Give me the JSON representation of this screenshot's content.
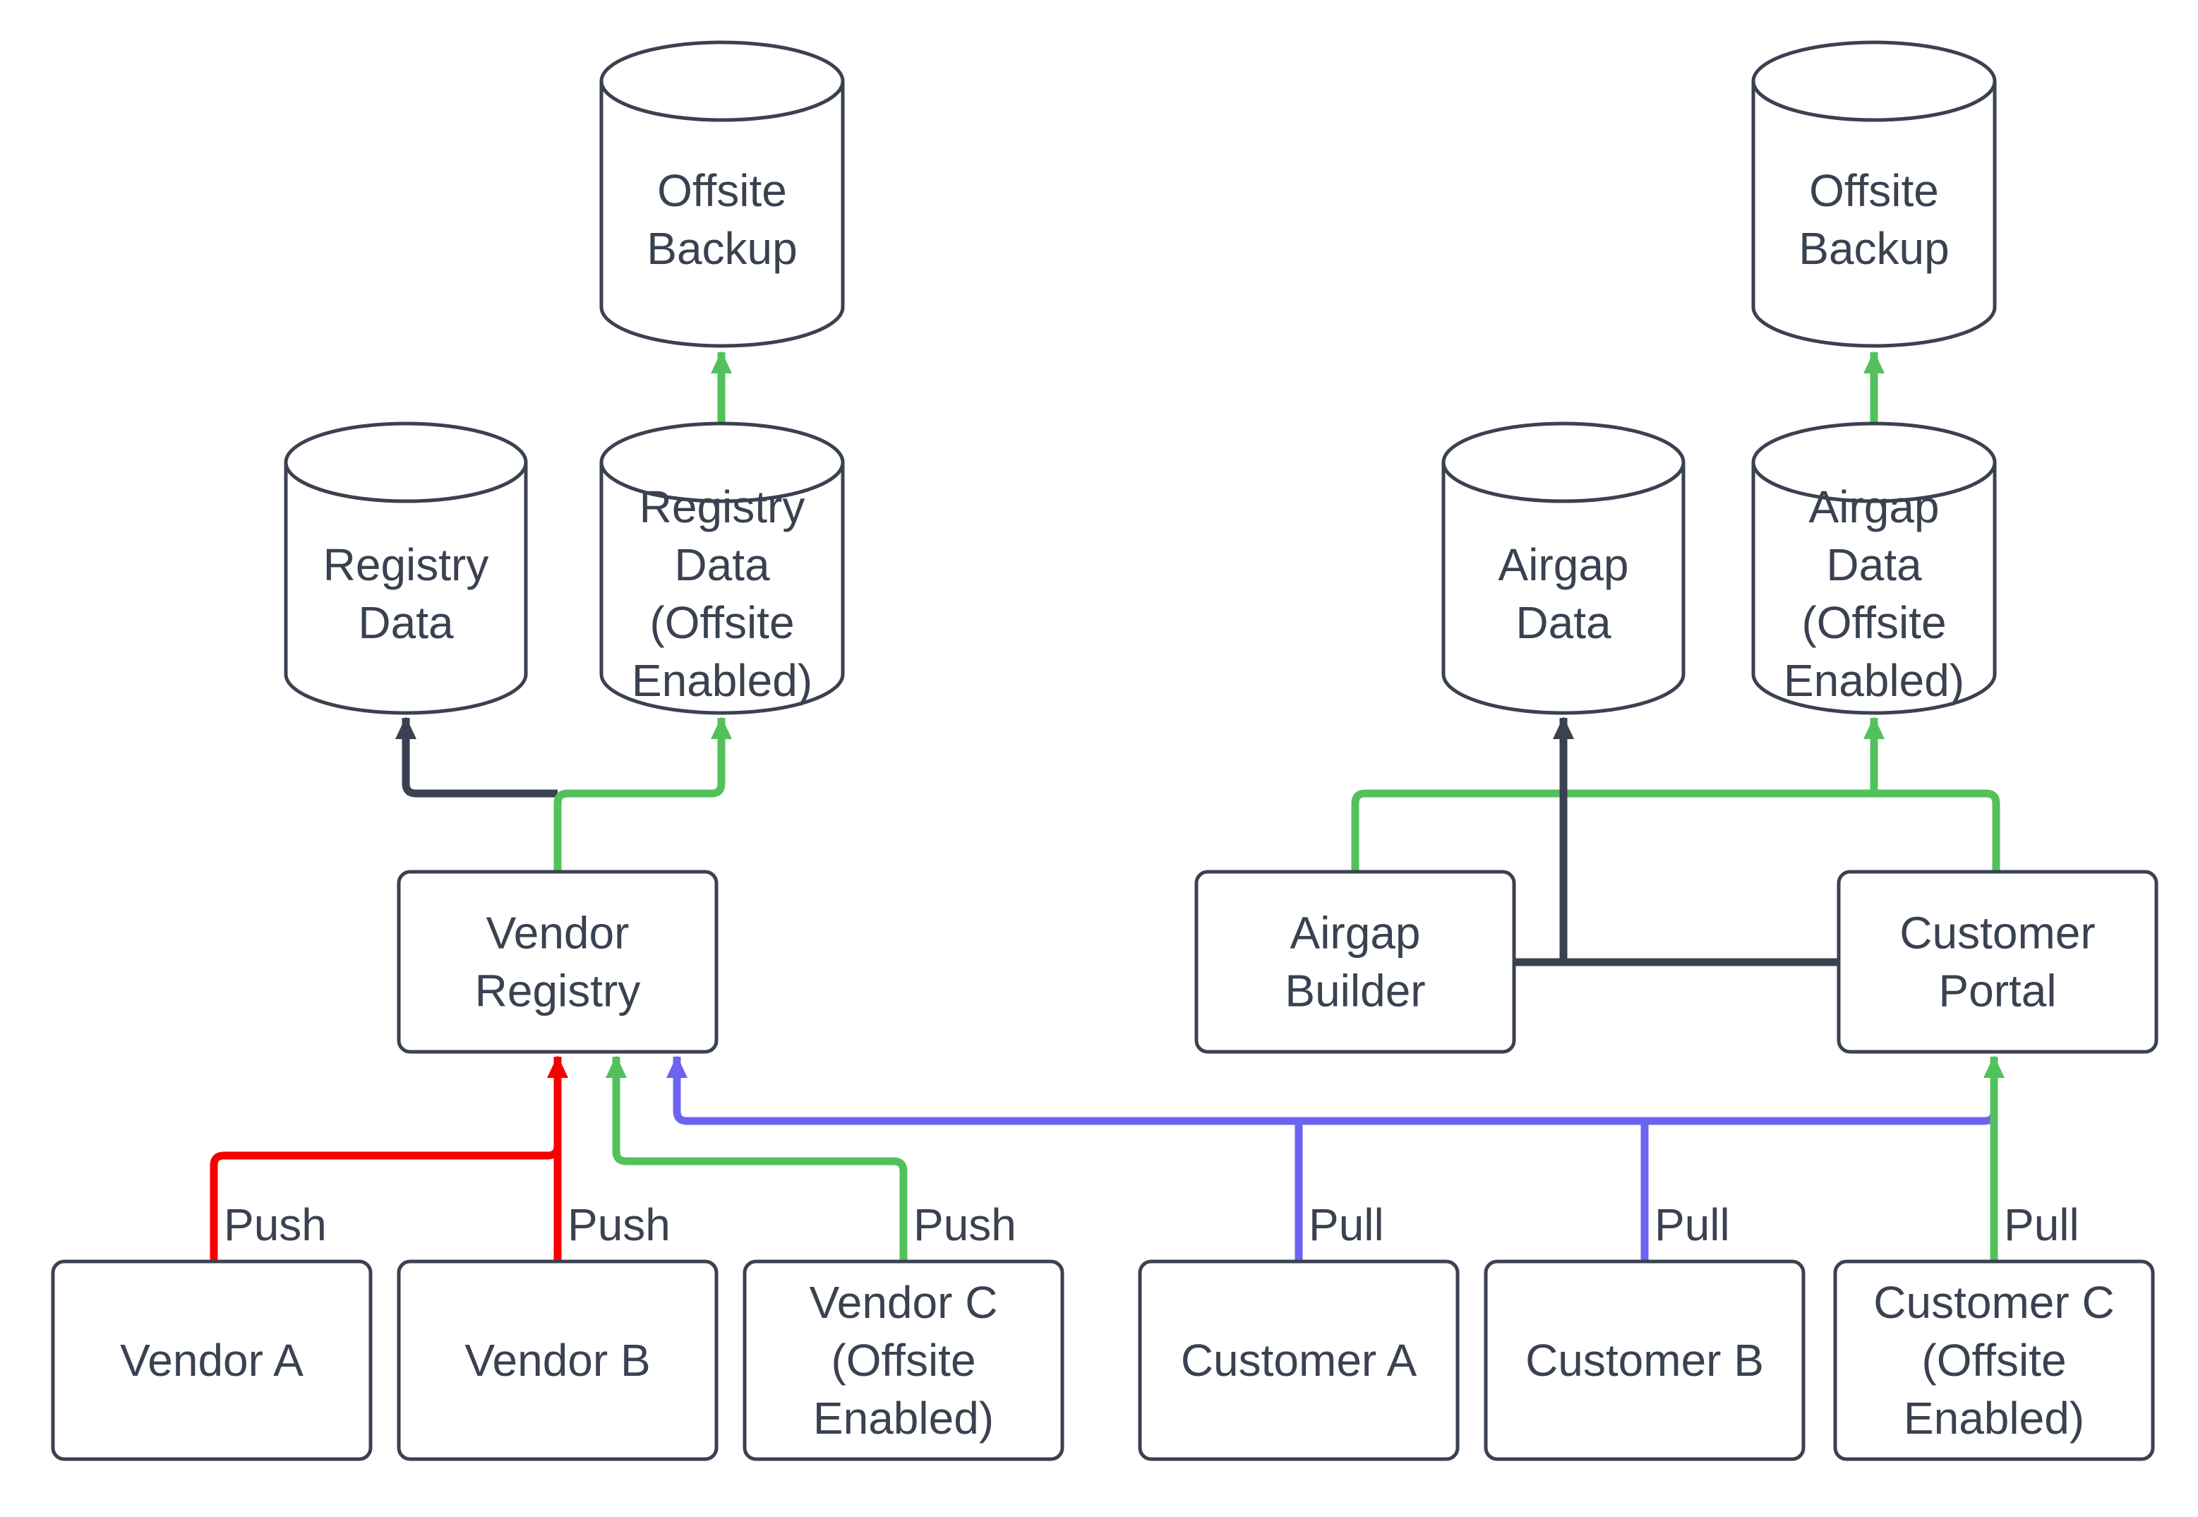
{
  "diagram": {
    "background": "#ffffff",
    "colors": {
      "outline": "#3a4150",
      "text": "#3a4150",
      "node_fill": "#ffffff",
      "edges": {
        "dark": "#3a4150",
        "push": "#f50200",
        "offsite": "#52c15c",
        "pull": "#6c63f0"
      }
    },
    "nodes": [
      {
        "id": "offsite-backup-left",
        "shape": "cylinder",
        "lines": [
          "Offsite",
          "Backup"
        ]
      },
      {
        "id": "registry-data",
        "shape": "cylinder",
        "lines": [
          "Registry",
          "Data"
        ]
      },
      {
        "id": "registry-data-offsite",
        "shape": "cylinder",
        "lines": [
          "Registry",
          "Data",
          "(Offsite",
          "Enabled)"
        ]
      },
      {
        "id": "vendor-registry",
        "shape": "box",
        "lines": [
          "Vendor",
          "Registry"
        ]
      },
      {
        "id": "vendor-a",
        "shape": "box",
        "lines": [
          "Vendor A"
        ]
      },
      {
        "id": "vendor-b",
        "shape": "box",
        "lines": [
          "Vendor B"
        ]
      },
      {
        "id": "vendor-c",
        "shape": "box",
        "lines": [
          "Vendor C",
          "(Offsite",
          "Enabled)"
        ]
      },
      {
        "id": "offsite-backup-right",
        "shape": "cylinder",
        "lines": [
          "Offsite",
          "Backup"
        ]
      },
      {
        "id": "airgap-data",
        "shape": "cylinder",
        "lines": [
          "Airgap",
          "Data"
        ]
      },
      {
        "id": "airgap-data-offsite",
        "shape": "cylinder",
        "lines": [
          "Airgap",
          "Data",
          "(Offsite",
          "Enabled)"
        ]
      },
      {
        "id": "airgap-builder",
        "shape": "box",
        "lines": [
          "Airgap",
          "Builder"
        ]
      },
      {
        "id": "customer-portal",
        "shape": "box",
        "lines": [
          "Customer",
          "Portal"
        ]
      },
      {
        "id": "customer-a",
        "shape": "box",
        "lines": [
          "Customer A"
        ]
      },
      {
        "id": "customer-b",
        "shape": "box",
        "lines": [
          "Customer B"
        ]
      },
      {
        "id": "customer-c",
        "shape": "box",
        "lines": [
          "Customer C",
          "(Offsite",
          "Enabled)"
        ]
      }
    ],
    "edges": [
      {
        "id": "pull-customer-a",
        "from": "customer-a",
        "to": "customer-portal",
        "color": "pull",
        "arrow": false
      },
      {
        "id": "pull-customer-b",
        "from": "customer-b",
        "to": "customer-portal",
        "color": "pull",
        "arrow": false
      },
      {
        "id": "pull-trunk",
        "from": "customer-a",
        "to": "vendor-registry",
        "color": "pull",
        "arrow": true
      },
      {
        "id": "push-vendor-a",
        "from": "vendor-a",
        "to": "vendor-registry",
        "color": "push",
        "arrow": false
      },
      {
        "id": "push-vendor-b",
        "from": "vendor-b",
        "to": "vendor-registry",
        "color": "push",
        "arrow": true
      },
      {
        "id": "push-vendor-c",
        "from": "vendor-c",
        "to": "vendor-registry",
        "color": "offsite",
        "arrow": true
      },
      {
        "id": "store-registry-data",
        "from": "vendor-registry",
        "to": "registry-data",
        "color": "dark",
        "arrow": true
      },
      {
        "id": "store-registry-data-offsite",
        "from": "vendor-registry",
        "to": "registry-data-offsite",
        "color": "offsite",
        "arrow": true
      },
      {
        "id": "backup-registry-offsite",
        "from": "registry-data-offsite",
        "to": "offsite-backup-left",
        "color": "offsite",
        "arrow": true
      },
      {
        "id": "sync-offsite-right",
        "from": "airgap-builder",
        "to": "customer-portal",
        "color": "offsite",
        "arrow": false
      },
      {
        "id": "store-airgap-data-offsite",
        "from": "airgap-builder",
        "to": "airgap-data-offsite",
        "color": "offsite",
        "arrow": true
      },
      {
        "id": "link-builder-portal",
        "from": "airgap-builder",
        "to": "customer-portal",
        "color": "dark",
        "arrow": false
      },
      {
        "id": "store-airgap-data",
        "from": "airgap-builder",
        "to": "airgap-data",
        "color": "dark",
        "arrow": true
      },
      {
        "id": "backup-airgap-offsite",
        "from": "airgap-data-offsite",
        "to": "offsite-backup-right",
        "color": "offsite",
        "arrow": true
      },
      {
        "id": "pull-customer-c",
        "from": "customer-c",
        "to": "customer-portal",
        "color": "offsite",
        "arrow": true
      }
    ],
    "edge_labels": [
      {
        "edge": "push-vendor-a",
        "text": "Push"
      },
      {
        "edge": "push-vendor-b",
        "text": "Push"
      },
      {
        "edge": "push-vendor-c",
        "text": "Push"
      },
      {
        "edge": "pull-customer-a",
        "text": "Pull"
      },
      {
        "edge": "pull-customer-b",
        "text": "Pull"
      },
      {
        "edge": "pull-customer-c",
        "text": "Pull"
      }
    ]
  }
}
